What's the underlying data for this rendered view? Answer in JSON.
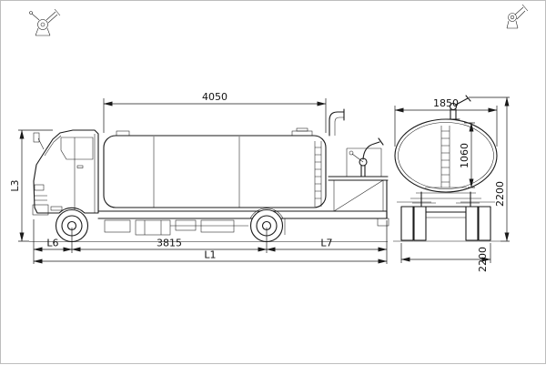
{
  "colors": {
    "paper": "#ffffff",
    "ink": "#1a1a1a",
    "frame_border": "#bdbdbd"
  },
  "side_view": {
    "dim_tank_length_top": "4050",
    "dim_height_left": "L3",
    "dim_front_overhang": "L6",
    "dim_wheelbase": "3815",
    "dim_rear_overhang": "L7",
    "dim_overall_length": "L1"
  },
  "rear_view": {
    "dim_width_top": "1850",
    "dim_tank_height_inner": "1060",
    "dim_overall_height_right": "2200",
    "dim_bottom_width": "2200"
  }
}
